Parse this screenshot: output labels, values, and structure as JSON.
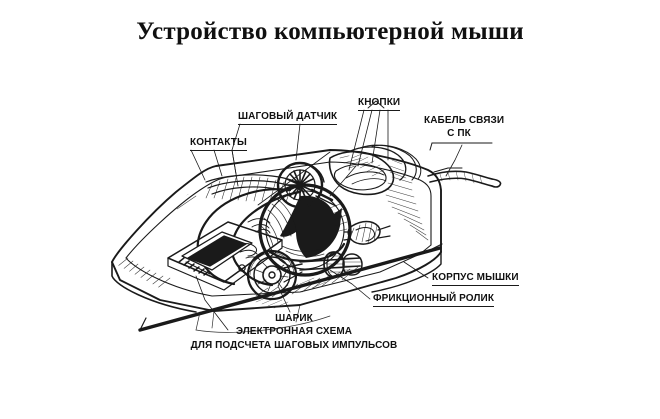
{
  "page": {
    "title": "Устройство компьютерной мыши",
    "background_color": "#ffffff",
    "ink_color": "#1a1a1a"
  },
  "figure": {
    "name": "cutaway-drawing-of-computer-mouse",
    "description": "Чёрно-белый штриховой рисунок компьютерной мыши со снятой крышкой: видны шарик, фрикционные ролики, шаговый датчик с прорезным диском, электронная плата, контакты кнопок и кабель связи с ПК."
  },
  "callouts": [
    {
      "id": "knopki",
      "label": "КНОПКИ",
      "underline": true
    },
    {
      "id": "datchik",
      "label": "ШАГОВЫЙ ДАТЧИК",
      "underline": true
    },
    {
      "id": "kontakty",
      "label": "КОНТАКТЫ",
      "underline": true
    },
    {
      "id": "kabel_l1",
      "label": "КАБЕЛЬ СВЯЗИ",
      "underline": false
    },
    {
      "id": "kabel_l2",
      "label": "С ПК",
      "underline": false
    },
    {
      "id": "korpus",
      "label": "КОРПУС МЫШКИ",
      "underline": true
    },
    {
      "id": "rolik",
      "label": "ФРИКЦИОННЫЙ РОЛИК",
      "underline": true
    },
    {
      "id": "sharik",
      "label": "ШАРИК",
      "underline": false
    },
    {
      "id": "shema_l1",
      "label": "ЭЛЕКТРОННАЯ СХЕМА",
      "underline": false
    },
    {
      "id": "shema_l2",
      "label": "ДЛЯ ПОДСЧЕТА ШАГОВЫХ ИМПУЛЬСОВ",
      "underline": false
    }
  ]
}
